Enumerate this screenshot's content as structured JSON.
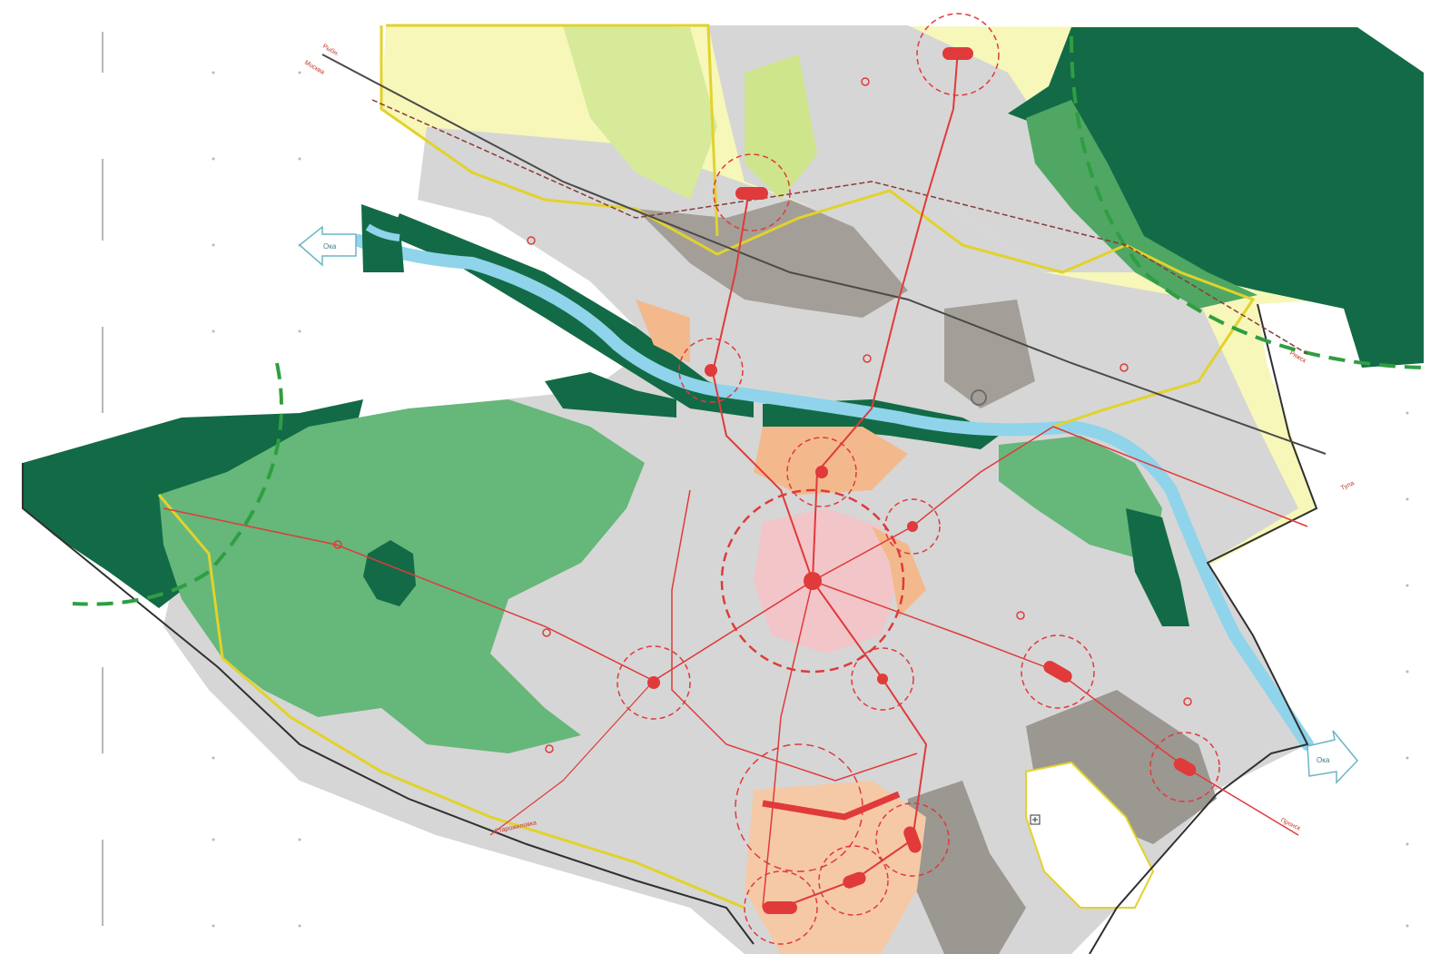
{
  "map": {
    "labels": {
      "rail_north": "Рыбн.",
      "rail_northwest": "Москва",
      "road_ne": "Ряжск",
      "road_east": "Тула",
      "road_se": "Пронск",
      "road_sw": "Старожиловка"
    },
    "exits": {
      "west": "Ока",
      "east": "Ока"
    }
  },
  "colors": {
    "forest_dark": "#126b46",
    "forest_medium": "#66b77a",
    "park_light": "#b7dd84",
    "meadow_yellow": "#f6f7b8",
    "urban_gray": "#d6d6d6",
    "industrial_gray": "#9b9791",
    "residential_orange": "#f3b98c",
    "historic_pink": "#f2c5c8",
    "river_blue": "#8fd4ea",
    "transit_red": "#e03a3a",
    "boundary_yellow": "#e2d22b",
    "boundary_dark": "#2f2f2f",
    "greenbelt_dash": "#2f9e42"
  },
  "icons": {
    "transit_hub": "transit-hub-icon",
    "stadium": "stadium-icon",
    "exit_arrow": "arrow-icon"
  }
}
